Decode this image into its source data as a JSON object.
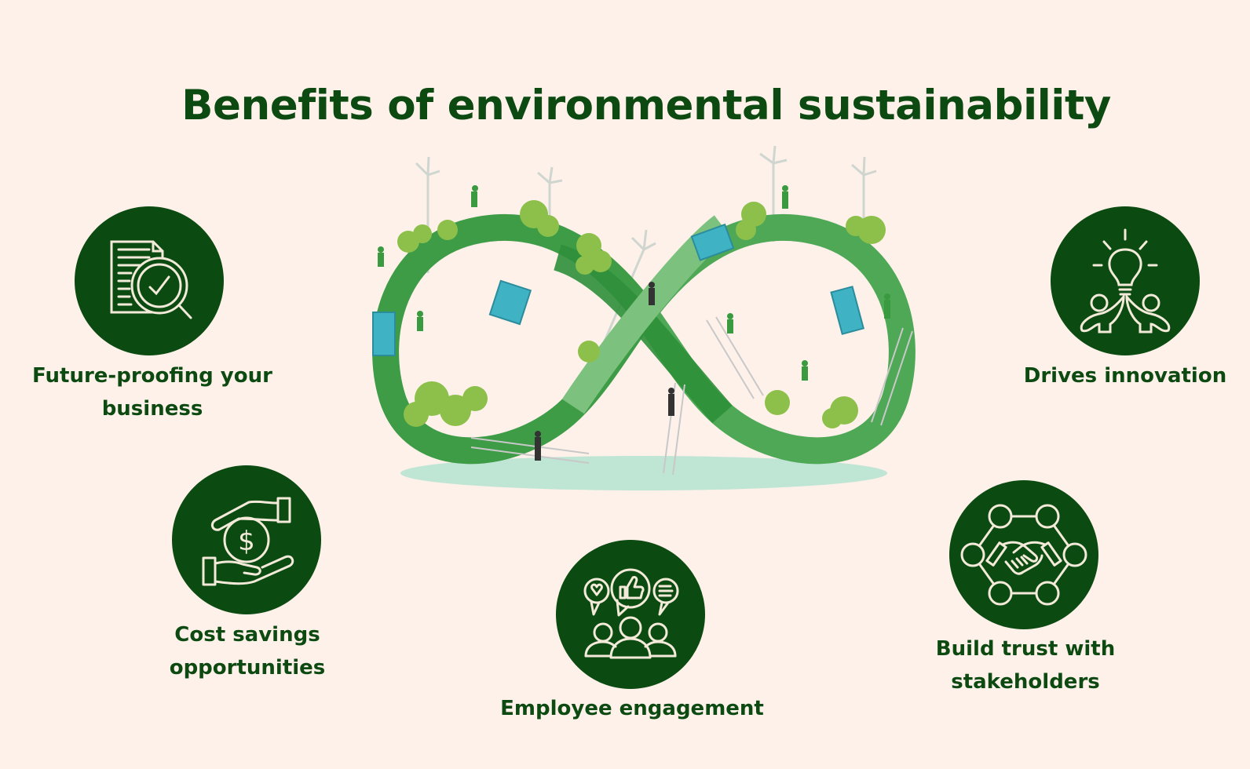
{
  "title": "Benefits of environmental sustainability",
  "colors": {
    "background": "#fdf1ea",
    "primary_green": "#0b4a10",
    "icon_stroke": "#f3ead9",
    "infinity_light": "#7cc27e",
    "infinity_dark": "#2f8f3a",
    "ground": "#bfe5d4"
  },
  "illustration": {
    "name": "infinity-loop-sustainability-illustration",
    "elements": [
      "wind-turbines",
      "trees",
      "solar-panels",
      "people-running",
      "ladders",
      "ground-shadow"
    ]
  },
  "benefits": [
    {
      "id": "future-proofing",
      "icon": "document-magnifier-check-icon",
      "label_lines": [
        "Future-proofing your",
        "business"
      ]
    },
    {
      "id": "drives-innovation",
      "icon": "lightbulb-high-five-icon",
      "label_lines": [
        "Drives innovation"
      ]
    },
    {
      "id": "cost-savings",
      "icon": "hands-dollar-coin-icon",
      "label_lines": [
        "Cost savings",
        "opportunities"
      ]
    },
    {
      "id": "employee-engagement",
      "icon": "people-feedback-bubbles-icon",
      "label_lines": [
        "Employee engagement"
      ]
    },
    {
      "id": "build-trust",
      "icon": "handshake-network-icon",
      "label_lines": [
        "Build trust with",
        "stakeholders"
      ]
    }
  ]
}
